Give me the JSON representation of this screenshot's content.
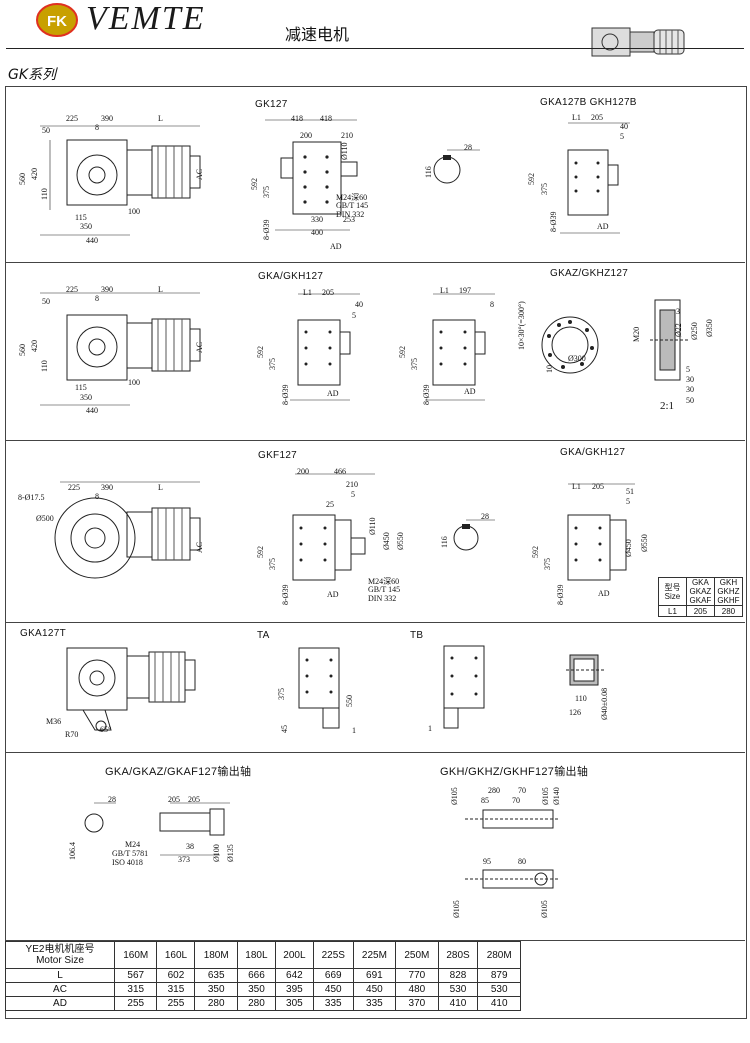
{
  "header": {
    "logo_text": "FK",
    "brand": "VEMTE",
    "title": "减速电机",
    "series": "GK系列"
  },
  "sections": {
    "s1": {
      "title_mid": "GK127",
      "title_right": "GKA127B GKH127B",
      "left_dims": [
        "50",
        "225",
        "390",
        "L",
        "560",
        "420",
        "110",
        "115",
        "350",
        "100",
        "440",
        "AC",
        "8"
      ],
      "mid_dims": [
        "418",
        "418",
        "200",
        "210",
        "592",
        "375",
        "8-Ø39",
        "330",
        "253",
        "400",
        "AD",
        "Ø110",
        "M24深60",
        "GB/T 145",
        "DIN 332"
      ],
      "key_dims": [
        "116",
        "28"
      ],
      "right_dims": [
        "L1",
        "205",
        "40",
        "5",
        "592",
        "375",
        "8-Ø39",
        "AD"
      ]
    },
    "s2": {
      "title_mid": "GKA/GKH127",
      "title_right": "GKAZ/GKHZ127",
      "left_dims": [
        "50",
        "225",
        "390",
        "L",
        "560",
        "420",
        "110",
        "115",
        "350",
        "100",
        "440",
        "AC",
        "8"
      ],
      "mid_dims": [
        "L1",
        "205",
        "40",
        "5",
        "592",
        "375",
        "8-Ø39",
        "AD"
      ],
      "mid2_dims": [
        "L1",
        "197",
        "8",
        "592",
        "375",
        "8-Ø39",
        "AD"
      ],
      "flange_dims": [
        "10×30°(=300°)",
        "10",
        "Ø300"
      ],
      "shaft_dims": [
        "M20",
        "Ø22",
        "Ø250",
        "Ø350",
        "3",
        "5",
        "30",
        "30",
        "50"
      ],
      "scale": "2:1"
    },
    "s3": {
      "title_mid": "GKF127",
      "title_right": "GKA/GKH127",
      "left_dims": [
        "8-Ø17.5",
        "225",
        "390",
        "L",
        "Ø500",
        "AC",
        "8"
      ],
      "mid_dims": [
        "200",
        "466",
        "210",
        "5",
        "25",
        "592",
        "375",
        "8-Ø39",
        "AD",
        "Ø110",
        "Ø450",
        "Ø550",
        "M24深60",
        "GB/T 145",
        "DIN 332"
      ],
      "key_dims": [
        "116",
        "28"
      ],
      "right_dims": [
        "L1",
        "205",
        "51",
        "5",
        "592",
        "375",
        "8-Ø39",
        "AD",
        "Ø450",
        "Ø550"
      ],
      "size_table": {
        "header": [
          "型号\nSize",
          "GKA\nGKAZ\nGKAF",
          "GKH\nGKHZ\nGKHF"
        ],
        "row": [
          "L1",
          "205",
          "280"
        ]
      }
    },
    "s4": {
      "title_left": "GKA127T",
      "title_ta": "TA",
      "title_tb": "TB",
      "left_dims": [
        "M36",
        "R70",
        "65°"
      ],
      "ta_dims": [
        "375",
        "550",
        "45",
        "1"
      ],
      "tb_dims": [
        "1"
      ],
      "ring_dims": [
        "110",
        "126",
        "Ø40±0.08"
      ]
    },
    "s5": {
      "title_left": "GKA/GKAZ/GKAF127输出轴",
      "title_right": "GKH/GKHZ/GKHF127输出轴",
      "left_dims": [
        "28",
        "106.4",
        "205",
        "205",
        "M24",
        "GB/T 5781",
        "ISO 4018",
        "38",
        "373",
        "Ø100",
        "Ø135"
      ],
      "right_dims": [
        "Ø105",
        "280",
        "70",
        "85",
        "70",
        "Ø105",
        "Ø140",
        "95",
        "80",
        "Ø105",
        "Ø105"
      ]
    }
  },
  "motor_table": {
    "header_label": "YE2电机机座号\nMotor Size",
    "sizes": [
      "160M",
      "160L",
      "180M",
      "180L",
      "200L",
      "225S",
      "225M",
      "250M",
      "280S",
      "280M"
    ],
    "rows": [
      {
        "label": "L",
        "values": [
          "567",
          "602",
          "635",
          "666",
          "642",
          "669",
          "691",
          "770",
          "828",
          "879"
        ]
      },
      {
        "label": "AC",
        "values": [
          "315",
          "315",
          "350",
          "350",
          "395",
          "450",
          "450",
          "480",
          "530",
          "530"
        ]
      },
      {
        "label": "AD",
        "values": [
          "255",
          "255",
          "280",
          "280",
          "305",
          "335",
          "335",
          "370",
          "410",
          "410"
        ]
      }
    ]
  },
  "colors": {
    "logo_bg": "#c8a000",
    "logo_ring": "#e03020",
    "brand_text": "#1a1a1a",
    "line": "#222222"
  }
}
